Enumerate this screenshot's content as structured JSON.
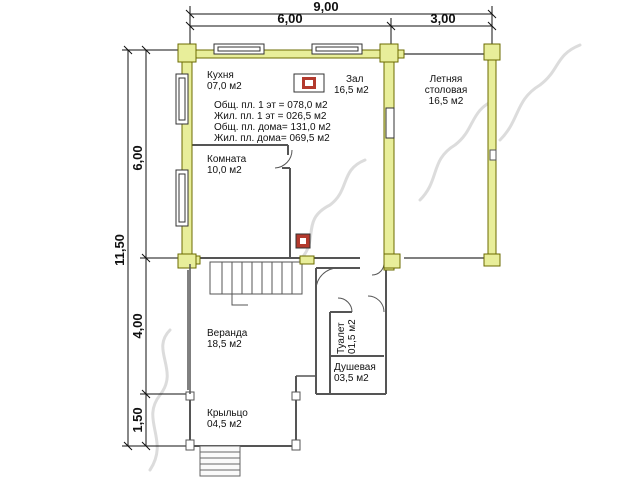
{
  "colors": {
    "wall_fill": "#e8ee9a",
    "wall_stroke": "#6b6b00",
    "line": "#333333",
    "window_glass": "#ffffff",
    "stove": "#b33a2e",
    "watermark": "#d9d9d9"
  },
  "dimensions": {
    "top_total": "9,00",
    "top_left": "6,00",
    "top_right": "3,00",
    "left_total": "11,50",
    "left_top": "6,00",
    "left_mid": "4,00",
    "left_bottom": "1,50"
  },
  "rooms": {
    "kitchen": {
      "name": "Кухня",
      "area": "07,0 м2"
    },
    "hall": {
      "name": "Зал",
      "area": "16,5 м2"
    },
    "summer_dining": {
      "name_line1": "Летняя",
      "name_line2": "столовая",
      "area": "16,5 м2"
    },
    "room": {
      "name": "Комната",
      "area": "10,0 м2"
    },
    "veranda": {
      "name": "Веранда",
      "area": "18,5 м2"
    },
    "toilet": {
      "name": "Туалет",
      "area": "01,5 м2"
    },
    "shower": {
      "name": "Душевая",
      "area": "03,5 м2"
    },
    "porch": {
      "name": "Крыльцо",
      "area": "04,5 м2"
    }
  },
  "summary": {
    "line1": "Общ. пл. 1 эт  = 078,0 м2",
    "line2": "Жил. пл. 1 эт  = 026,5 м2",
    "line3": "Общ. пл. дома= 131,0 м2",
    "line4": "Жил. пл. дома= 069,5 м2"
  }
}
